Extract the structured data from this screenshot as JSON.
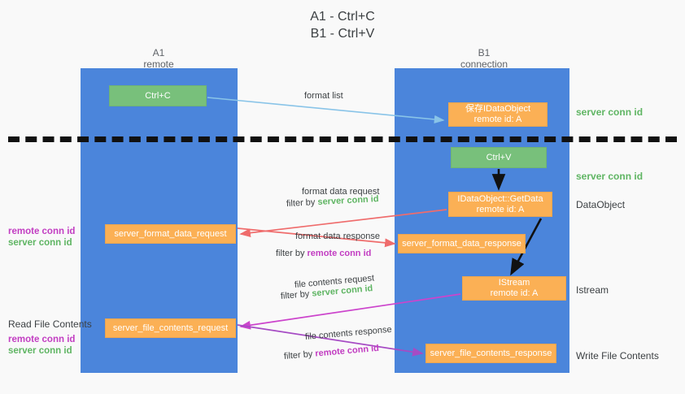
{
  "title": "A1 - Ctrl+C\nB1 - Ctrl+V",
  "lanes": {
    "a1": {
      "name": "A1",
      "sub": "remote",
      "header": "A1\nremote"
    },
    "b1": {
      "name": "B1",
      "sub": "connection",
      "header": "B1\nconnection"
    }
  },
  "boxes": {
    "ctrl_c": "Ctrl+C",
    "save_idataobject": "保存IDataObject\nremote id: A",
    "ctrl_v": "Ctrl+V",
    "getdata": "IDataObject::GetData\nremote id: A",
    "server_format_data_request": "server_format_data_request",
    "server_format_data_response": "server_format_data_response",
    "istream": "IStream\nremote id: A",
    "server_file_contents_request": "server_file_contents_request",
    "server_file_contents_response": "server_file_contents_response"
  },
  "right_labels": {
    "server_conn_id_1": "server conn id",
    "server_conn_id_2": "server conn id",
    "dataobject": "DataObject",
    "istream": "Istream",
    "write_file_contents": "Write File Contents"
  },
  "left_labels": {
    "remote_conn_id_1": "remote conn id",
    "server_conn_id_1": "server conn id",
    "read_file_contents": "Read File Contents",
    "remote_conn_id_2": "remote conn id",
    "server_conn_id_2": "server conn id"
  },
  "edge_labels": {
    "format_list": "format list",
    "format_data_request": "format data request",
    "format_data_request_filter_prefix": "filter by ",
    "format_data_request_filter_value": "server conn id",
    "format_data_response": "format data response",
    "format_data_response_filter_prefix": "filter by ",
    "format_data_response_filter_value": "remote conn id",
    "file_contents_request": "file contents request",
    "file_contents_request_filter_prefix": "filter by ",
    "file_contents_request_filter_value": "server conn id",
    "file_contents_response": "file contents response",
    "file_contents_response_filter_prefix": "filter by ",
    "file_contents_response_filter_value": "remote conn id"
  },
  "colors": {
    "lane": "#4b85db",
    "green_box": "#78c07b",
    "orange_box": "#fbb055",
    "green_text": "#5fb563",
    "purple_text": "#c23dc2",
    "light_blue_arrow": "#89c4e8",
    "red_arrow": "#ef6c6c",
    "magenta_arrow": "#cc44cc",
    "purple_arrow": "#a64bc4",
    "black_arrow": "#111111",
    "background": "#f9f9f9"
  }
}
